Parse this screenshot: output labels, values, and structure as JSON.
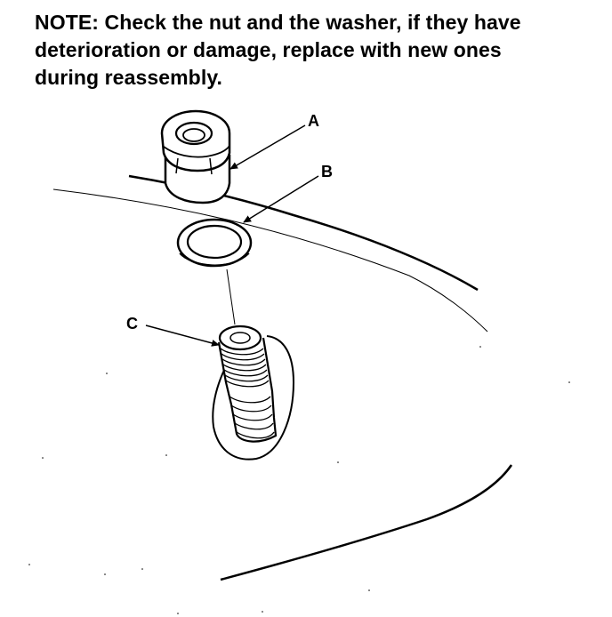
{
  "note": {
    "lines": [
      "NOTE: Check the nut and the washer, if they have",
      "deterioration or damage, replace with new ones",
      "during reassembly."
    ]
  },
  "callouts": {
    "a": "A",
    "b": "B",
    "c": "C"
  }
}
